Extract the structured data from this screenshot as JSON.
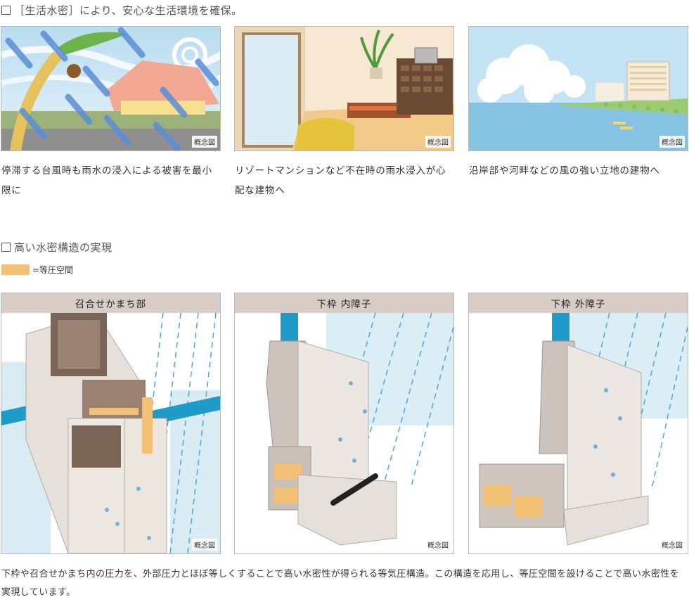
{
  "section1": {
    "heading": "［生活水密］により、安心な生活環境を確保。",
    "cards": [
      {
        "caption": "停滞する台風時も雨水の浸入による被害を最小限に",
        "badge": "概念図"
      },
      {
        "caption": "リゾートマンションなど不在時の雨水浸入が心配な建物へ",
        "badge": "概念図"
      },
      {
        "caption": "沿岸部や河畔などの風の強い立地の建物へ",
        "badge": "概念図"
      }
    ]
  },
  "section2": {
    "heading": "高い水密構造の実現",
    "legend_label": "=等圧空間",
    "legend_color": "#f3c077",
    "panels": [
      {
        "title": "召合せかまち部",
        "badge": "概念図"
      },
      {
        "title": "下枠 内障子",
        "badge": "概念図"
      },
      {
        "title": "下枠 外障子",
        "badge": "概念図"
      }
    ],
    "description": "下枠や召合せかまち内の圧力を、外部圧力とほぼ等しくすることで高い水密性が得られる等気圧構造。この構造を応用し、等圧空間を設けることで高い水密性を実現しています。"
  }
}
